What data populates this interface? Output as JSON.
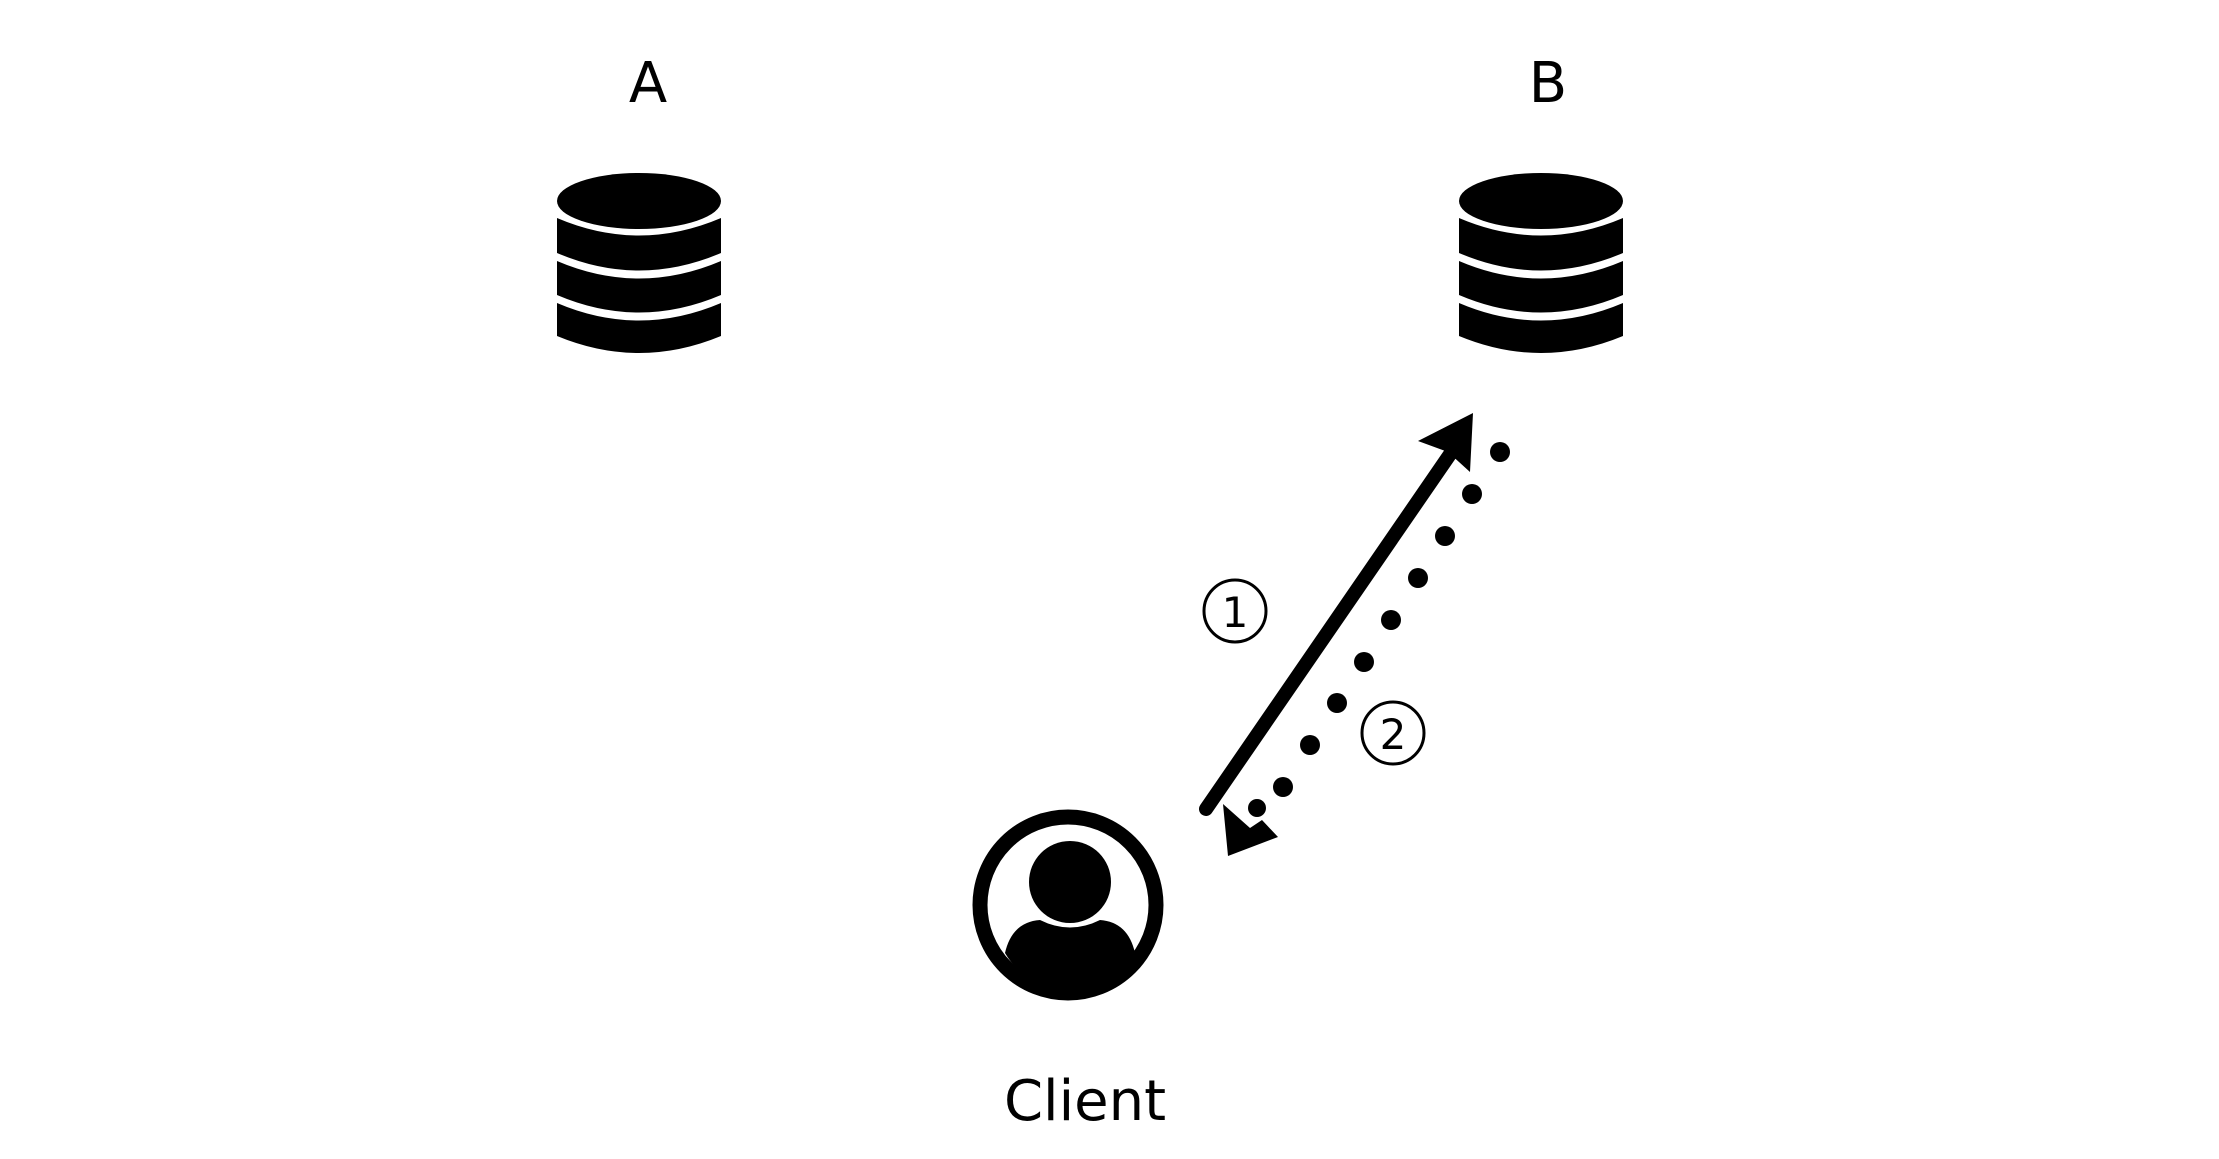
{
  "diagram": {
    "nodes": [
      {
        "id": "A",
        "label": "A",
        "icon": "database-icon"
      },
      {
        "id": "B",
        "label": "B",
        "icon": "database-icon"
      },
      {
        "id": "client",
        "label": "Client",
        "icon": "user-icon"
      }
    ],
    "edges": [
      {
        "step": "1",
        "from": "client",
        "to": "B",
        "style": "solid"
      },
      {
        "step": "2",
        "from": "B",
        "to": "client",
        "style": "dotted"
      }
    ],
    "colors": {
      "ink": "#000000",
      "background": "#ffffff"
    }
  }
}
